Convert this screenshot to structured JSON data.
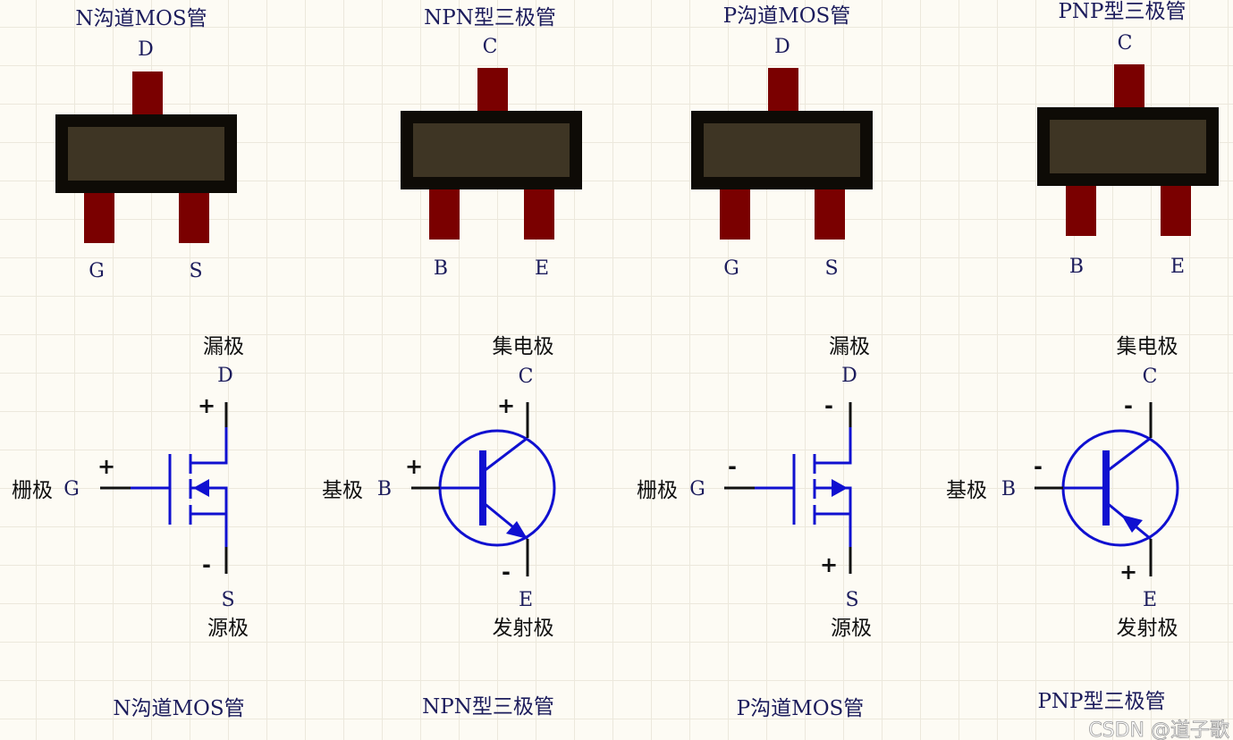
{
  "columns": [
    {
      "title": "N沟道MOS管",
      "top_pin": "D",
      "left_pin": "G",
      "right_pin": "S",
      "top_name": "漏极",
      "side_name": "栅极",
      "bottom_name": "源极",
      "top_sign": "+",
      "side_sign": "+",
      "bottom_sign": "-",
      "caption": "N沟道MOS管"
    },
    {
      "title": "NPN型三极管",
      "top_pin": "C",
      "left_pin": "B",
      "right_pin": "E",
      "top_name": "集电极",
      "side_name": "基极",
      "bottom_name": "发射极",
      "top_sign": "+",
      "side_sign": "+",
      "bottom_sign": "-",
      "caption": "NPN型三极管"
    },
    {
      "title": "P沟道MOS管",
      "top_pin": "D",
      "left_pin": "G",
      "right_pin": "S",
      "top_name": "漏极",
      "side_name": "栅极",
      "bottom_name": "源极",
      "top_sign": "-",
      "side_sign": "-",
      "bottom_sign": "+",
      "caption": "P沟道MOS管"
    },
    {
      "title": "PNP型三极管",
      "top_pin": "C",
      "left_pin": "B",
      "right_pin": "E",
      "top_name": "集电极",
      "side_name": "基极",
      "bottom_name": "发射极",
      "top_sign": "-",
      "side_sign": "-",
      "bottom_sign": "+",
      "caption": "PNP型三极管"
    }
  ],
  "watermark": "CSDN @道子歌",
  "colors": {
    "symbol": "#1010d0",
    "pin": "#7a0000",
    "body": "#3e3524",
    "text": "#1c1c5c"
  }
}
